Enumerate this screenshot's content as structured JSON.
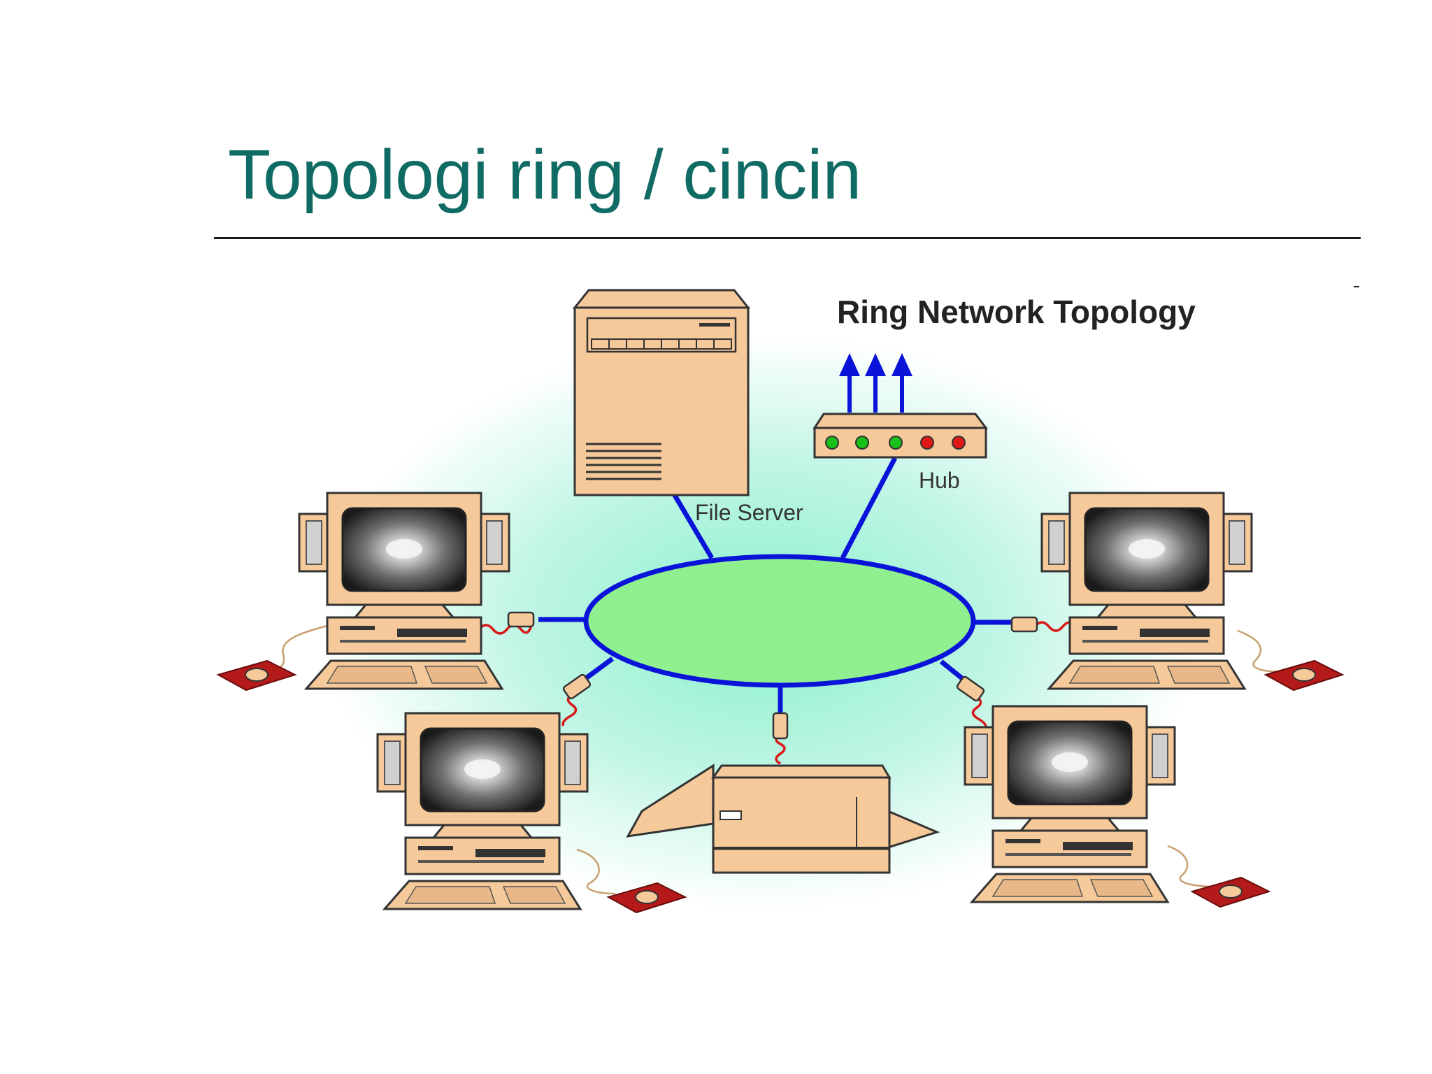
{
  "slide": {
    "title": "Topologi ring / cincin"
  },
  "diagram": {
    "heading": "Ring Network Topology",
    "labels": {
      "file_server": "File Server",
      "hub": "Hub"
    },
    "colors": {
      "title_text": "#0f6b63",
      "ring_fill": "#90f090",
      "ring_stroke": "#0a14d8",
      "device_beige": "#f6c99a",
      "cable_red": "#d81818",
      "mouse_pad": "#b51a1a",
      "led_green": "#18c018",
      "led_red": "#e01818",
      "halo": "#a8f0d8"
    },
    "icons": [
      "file-server-icon",
      "hub-icon",
      "printer-icon",
      "computer-icon",
      "mouse-icon",
      "arrow-up-icon"
    ]
  }
}
